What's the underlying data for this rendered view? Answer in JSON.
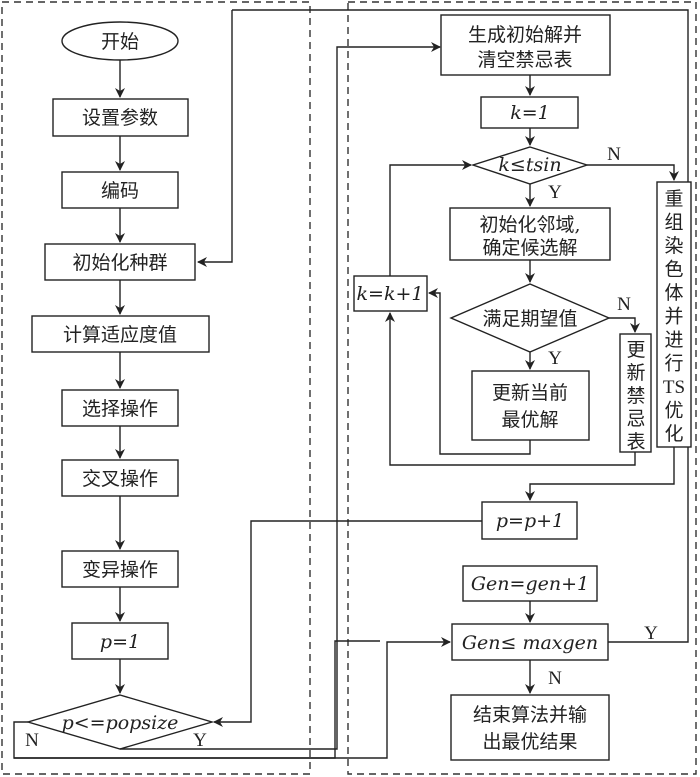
{
  "left_panel": {
    "start": "开始",
    "set_params": "设置参数",
    "encode": "编码",
    "init_population": "初始化种群",
    "calc_fitness": "计算适应度值",
    "selection": "选择操作",
    "crossover": "交叉操作",
    "mutation": "变异操作",
    "p_init": "p=1",
    "p_check": "p<=popsize",
    "p_check_yes": "Y",
    "p_check_no": "N"
  },
  "right_panel": {
    "gen_init_solution_line1": "生成初始解并",
    "gen_init_solution_line2": "清空禁忌表",
    "k_init": "k=1",
    "k_check": "k≤tsin",
    "k_check_yes": "Y",
    "k_check_no": "N",
    "init_neighborhood_line1": "初始化邻域,",
    "init_neighborhood_line2": "确定候选解",
    "k_increment": "k=k+1",
    "expectation_check": "满足期望值",
    "expectation_yes": "Y",
    "expectation_no": "N",
    "update_best_line1": "更新当前",
    "update_best_line2": "最优解",
    "update_tabu_chars": [
      "更",
      "新",
      "禁",
      "忌",
      "表"
    ],
    "recombine_chars": [
      "重",
      "组",
      "染",
      "色",
      "体",
      "并",
      "进",
      "行",
      "TS",
      "优",
      "化"
    ],
    "p_increment": "p=p+1",
    "gen_increment": "Gen=gen+1",
    "gen_check": "Gen≤ maxgen",
    "gen_check_yes": "Y",
    "gen_check_no": "N",
    "end_line1": "结束算法并输",
    "end_line2": "出最优结果"
  }
}
